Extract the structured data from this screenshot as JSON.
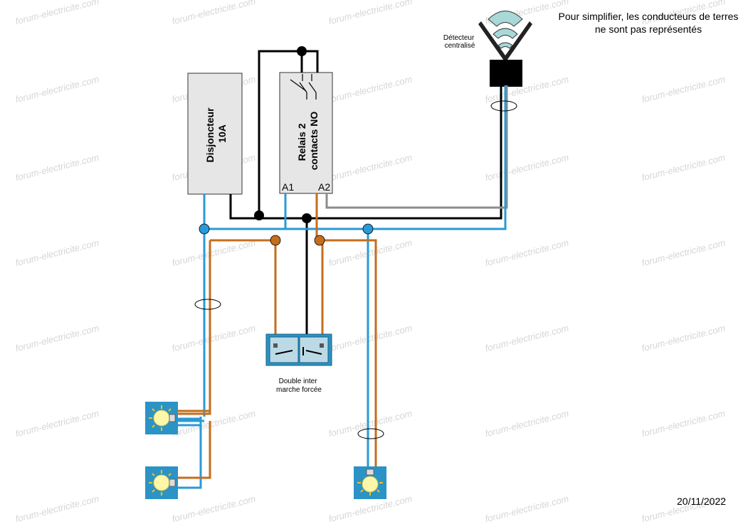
{
  "watermark": "forum-electricite.com",
  "note": "Pour simplifier, les conducteurs de terres ne sont pas représentés",
  "date": "20/11/2022",
  "detector_label": [
    "Détecteur",
    "centralisé"
  ],
  "breaker_label": [
    "Disjoncteur",
    "10A"
  ],
  "relay_label": [
    "Relais 2",
    "contacts NO"
  ],
  "relay_terminals": {
    "a1": "A1",
    "a2": "A2"
  },
  "switch_label": [
    "Double inter",
    "marche forcée"
  ],
  "colors": {
    "neutral": "#2a9ad6",
    "phase": "#c46e1d",
    "live": "#000000",
    "return": "#8c8c8c",
    "lamp_box": "#2b93c5",
    "lamp_bulb": "#fff7a8",
    "ray": "#f2c418",
    "detector_wave": "#a8d8d8"
  },
  "icons": [
    "relay-contact-icon",
    "lamp-icon",
    "motion-detector-icon",
    "switch-icon"
  ]
}
